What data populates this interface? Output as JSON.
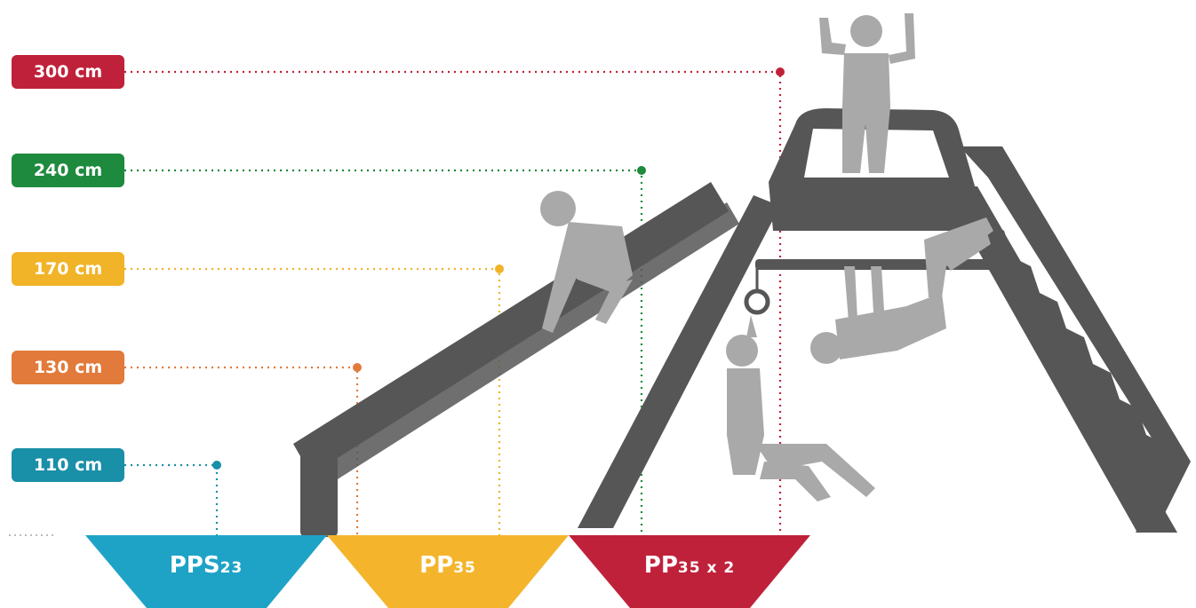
{
  "height_markers": [
    {
      "label": "300 cm",
      "color": "#c0213a"
    },
    {
      "label": "240 cm",
      "color": "#1e8a3e"
    },
    {
      "label": "170 cm",
      "color": "#f1b328"
    },
    {
      "label": "130 cm",
      "color": "#e17a3a"
    },
    {
      "label": "110 cm",
      "color": "#1a8fa8"
    }
  ],
  "zones": [
    {
      "main": "PPS",
      "sub": "23",
      "color": "#1ea3c7"
    },
    {
      "main": "PP",
      "sub": "35",
      "color": "#f4b52c"
    },
    {
      "main": "PP",
      "sub": "35 x 2",
      "color": "#c0213a"
    }
  ],
  "structure_color": "#565656",
  "figure_color": "#a9a9a9"
}
